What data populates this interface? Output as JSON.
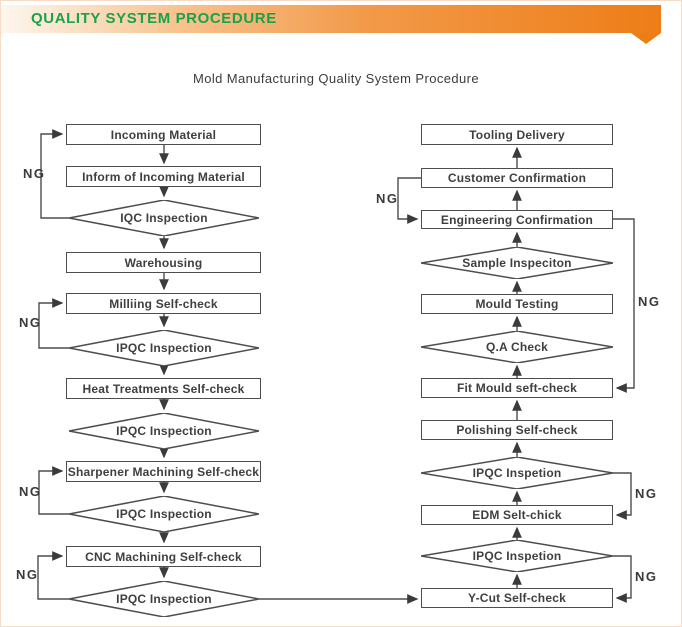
{
  "banner": {
    "label": "QUALITY SYSTEM PROCEDURE"
  },
  "title": "Mold Manufacturing Quality System Procedure",
  "colors": {
    "banner_orange": "#ee7d17",
    "banner_text_green": "#16a34a",
    "line": "#4d4d4d",
    "node_fill": "#ffffff"
  },
  "flowchart": {
    "left_nodes": [
      {
        "type": "rect",
        "label": "Incoming Material"
      },
      {
        "type": "rect",
        "label": "Inform of Incoming Material"
      },
      {
        "type": "diamond",
        "label": "IQC Inspection"
      },
      {
        "type": "rect",
        "label": "Warehousing"
      },
      {
        "type": "rect",
        "label": "Milliing Self-check"
      },
      {
        "type": "diamond",
        "label": "IPQC Inspection"
      },
      {
        "type": "rect",
        "label": "Heat Treatments Self-check"
      },
      {
        "type": "diamond",
        "label": "IPQC Inspection"
      },
      {
        "type": "rect",
        "label": "Sharpener Machining Self-check"
      },
      {
        "type": "diamond",
        "label": "IPQC Inspection"
      },
      {
        "type": "rect",
        "label": "CNC Machining Self-check"
      },
      {
        "type": "diamond",
        "label": "IPQC Inspection"
      }
    ],
    "right_nodes": [
      {
        "type": "rect",
        "label": "Tooling Delivery"
      },
      {
        "type": "rect",
        "label": "Customer Confirmation"
      },
      {
        "type": "rect",
        "label": "Engineering Confirmation"
      },
      {
        "type": "diamond",
        "label": "Sample Inspeciton"
      },
      {
        "type": "rect",
        "label": "Mould Testing"
      },
      {
        "type": "diamond",
        "label": "Q.A Check"
      },
      {
        "type": "rect",
        "label": "Fit Mould seft-check"
      },
      {
        "type": "rect",
        "label": "Polishing Self-check"
      },
      {
        "type": "diamond",
        "label": "IPQC Inspetion"
      },
      {
        "type": "rect",
        "label": "EDM Selt-chick"
      },
      {
        "type": "diamond",
        "label": "IPQC Inspetion"
      },
      {
        "type": "rect",
        "label": "Y-Cut Self-check"
      }
    ],
    "ng_loops": [
      {
        "label": "NG"
      },
      {
        "label": "NG"
      },
      {
        "label": "NG"
      },
      {
        "label": "NG"
      },
      {
        "label": "NG"
      },
      {
        "label": "NG"
      },
      {
        "label": "NG"
      },
      {
        "label": "NG"
      }
    ]
  }
}
